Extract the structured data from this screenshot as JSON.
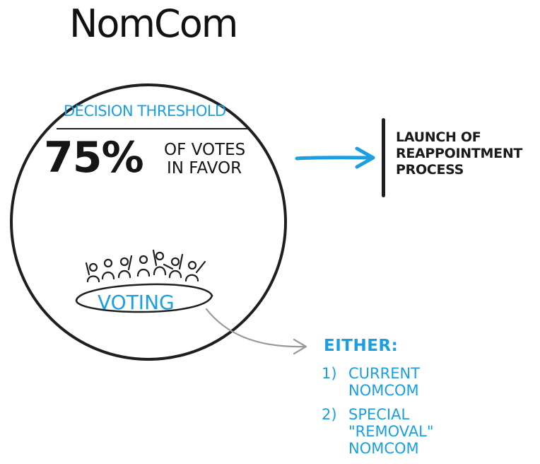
{
  "title": "NomCom",
  "threshold": {
    "label": "Decision Threshold",
    "percent": "75%",
    "votes_line1": "of Votes",
    "votes_line2": "in Favor"
  },
  "outcome": {
    "line1": "Launch of",
    "line2": "Reappointment",
    "line3": "Process"
  },
  "voting": {
    "label": "Voting"
  },
  "either": {
    "title": "Either:",
    "options": [
      {
        "num": "1)",
        "lines": [
          "Current",
          "NomCom"
        ]
      },
      {
        "num": "2)",
        "lines": [
          "Special",
          "\"Removal\"",
          "NomCom"
        ]
      }
    ]
  },
  "colors": {
    "accent": "#1a9fe0",
    "ink": "#1f1f1f",
    "connector": "#9a9a9a"
  }
}
